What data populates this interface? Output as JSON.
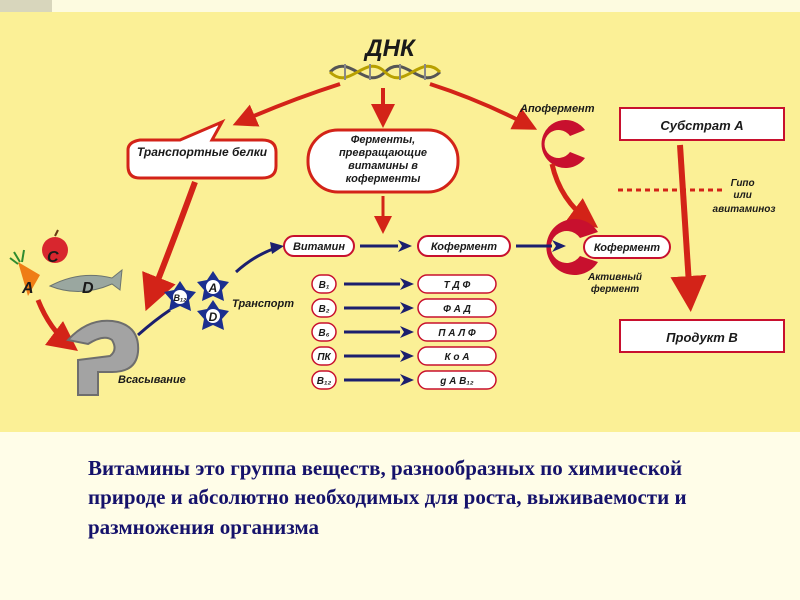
{
  "diagram": {
    "dna_label": "ДНК",
    "apoenzyme_label": "Апофермент",
    "substrate_label": "Субстрат А",
    "transport_proteins_label": "Транспортные белки",
    "enzymes_label": "Ферменты, превращающие витамины в коферменты",
    "hypo_label_line1": "Гипо",
    "hypo_label_line2": "или",
    "hypo_label_line3": "авитаминоз",
    "vitamin_label": "Витамин",
    "coenzyme_label": "Кофермент",
    "active_coenzyme_label": "Кофермент",
    "active_enzyme_label": "Активный фермент",
    "product_label": "Продукт В",
    "transport_label": "Транспорт",
    "absorption_label": "Всасывание",
    "food_letters": [
      "С",
      "А",
      "D"
    ],
    "carrier_letters": [
      "B₁₂",
      "A",
      "D"
    ],
    "vitamins": [
      {
        "vitamin": "B₁",
        "coenzyme": "Т Д Ф"
      },
      {
        "vitamin": "B₂",
        "coenzyme": "Ф А Д"
      },
      {
        "vitamin": "B₆",
        "coenzyme": "П А Л Ф"
      },
      {
        "vitamin": "ПК",
        "coenzyme": "К о А"
      },
      {
        "vitamin": "B₁₂",
        "coenzyme": "g А В₁₂"
      }
    ],
    "colors": {
      "background": "#fbf096",
      "arrow_red": "#d32318",
      "arrow_navy": "#1b1f6e",
      "text_navy": "#15126b"
    }
  },
  "caption": "Витамины это группа веществ, разнообразных по химической природе и абсолютно необходимых для роста, выживаемости и размножения организма"
}
